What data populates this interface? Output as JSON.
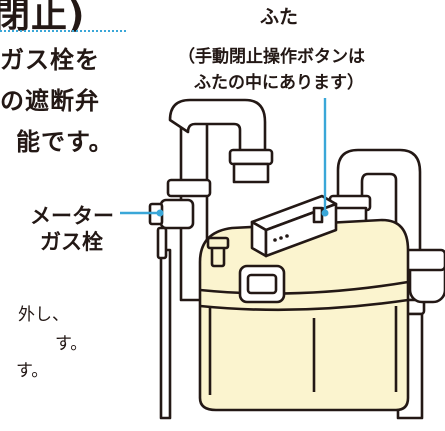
{
  "heading": "閉止)",
  "body_lines": [
    "ガス栓を",
    "の遮断弁",
    "能です。"
  ],
  "lid_label": "ふた",
  "lid_note": [
    "（手動閉止操作ボタンは",
    "ふたの中にあります）"
  ],
  "meter_valve_label": [
    "メーター",
    "ガス栓"
  ],
  "small_lines": [
    "外し、",
    "す。",
    "す。"
  ],
  "colors": {
    "accent": "#3aa7d8",
    "meter_body": "#fbf4cf",
    "text": "#231815"
  }
}
